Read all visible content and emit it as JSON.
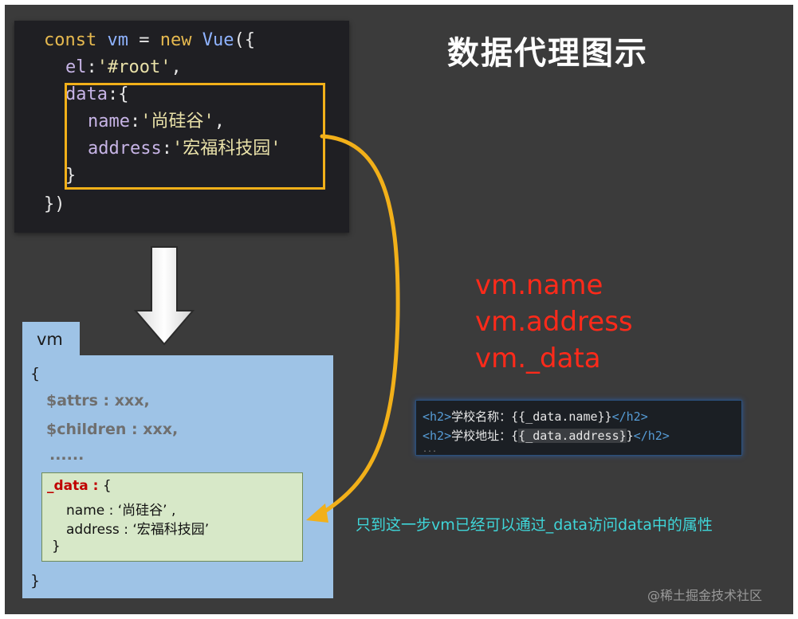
{
  "title": "数据代理图示",
  "code": {
    "line1": {
      "kw1": "const",
      "id": "vm",
      "eq": " = ",
      "kw2": "new",
      "cls": "Vue",
      "pun": "({"
    },
    "line2": {
      "prop": "el",
      "pun": ":",
      "str": "'#root'",
      "tail": ","
    },
    "line3": {
      "prop": "data",
      "pun": ":{"
    },
    "line4": {
      "prop": "name",
      "pun": ":",
      "str": "'尚硅谷'",
      "tail": ","
    },
    "line5": {
      "prop": "address",
      "pun": ":",
      "str": "'宏福科技园'"
    },
    "line6": {
      "pun": "}"
    },
    "line7": {
      "pun": "})"
    }
  },
  "vm_panel": {
    "tab_label": "vm",
    "open_brace": "{",
    "attrs": "$attrs : xxx,",
    "children": "$children : xxx,",
    "ellipsis": "......",
    "close_brace": "}",
    "inner": {
      "key": "_data :",
      "open": " {",
      "name": "name : ‘尚硅谷’ ,",
      "address": "address : ‘宏福科技园’",
      "close": "}"
    }
  },
  "accessors": [
    "vm.name",
    "vm.address",
    "vm._data"
  ],
  "snippet": {
    "line1": {
      "open_tag": "<h2>",
      "label": "学校名称：",
      "expr": "{{_data.name}}",
      "close_tag": "</h2>"
    },
    "line2": {
      "open_tag": "<h2>",
      "label": "学校地址：",
      "expr_a": "{",
      "expr_hl": "{_data.address}",
      "expr_b": "}",
      "close_tag": "</h2>"
    },
    "line3": "..."
  },
  "note": "只到这一步vm已经可以通过_data访问data中的属性",
  "watermark": "@稀土掘金技术社区",
  "colors": {
    "background": "#3b3b3b",
    "highlight_border": "#f2b019",
    "vm_panel": "#9ec3e6",
    "inner_box": "#d7e8c8",
    "accessor_text": "#ff2a1a",
    "note_text": "#3fd6d9"
  }
}
